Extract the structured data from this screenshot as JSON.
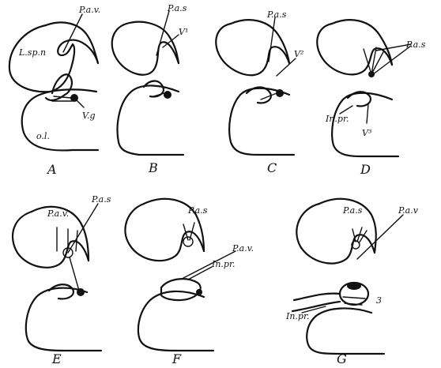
{
  "panels": [
    {
      "letter": "A",
      "labels": [
        "P.a.v.",
        "L.sp.n",
        "V.g",
        "o.l."
      ]
    },
    {
      "letter": "B",
      "labels": [
        "P.a.s",
        "V¹"
      ]
    },
    {
      "letter": "C",
      "labels": [
        "P.a.s",
        "V²"
      ]
    },
    {
      "letter": "D",
      "labels": [
        "P.a.s",
        "In.pr.",
        "V³"
      ]
    },
    {
      "letter": "E",
      "labels": [
        "P.a.v.",
        "P.a.s"
      ]
    },
    {
      "letter": "F",
      "labels": [
        "P.a.s",
        "P.a.v.",
        "In.pr."
      ]
    },
    {
      "letter": "G",
      "labels": [
        "P.a.s",
        "P.a.v",
        "In.pr.",
        "3"
      ]
    }
  ]
}
